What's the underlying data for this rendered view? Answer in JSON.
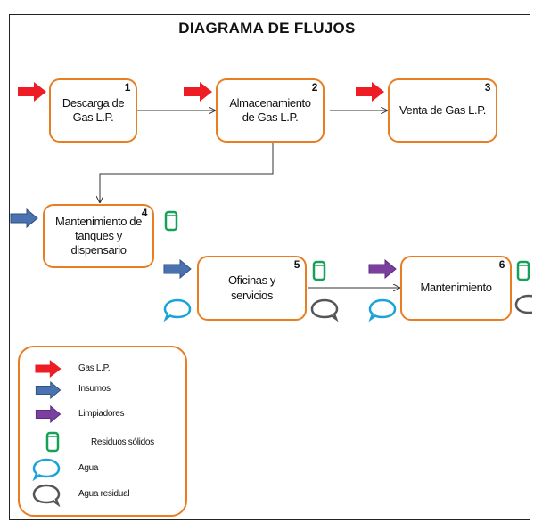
{
  "title": "DIAGRAMA DE FLUJOS",
  "processes": [
    {
      "number": "1",
      "label": "Descarga de Gas L.P."
    },
    {
      "number": "2",
      "label": "Almacenamiento de Gas L.P."
    },
    {
      "number": "3",
      "label": "Venta de Gas L.P."
    },
    {
      "number": "4",
      "label": "Mantenimiento de tanques y dispensario"
    },
    {
      "number": "5",
      "label": "Oficinas y servicios"
    },
    {
      "number": "6",
      "label": "Mantenimiento"
    }
  ],
  "legend": {
    "gas": "Gas L.P.",
    "insumos": "Insumos",
    "limpiadores": "Limpiadores",
    "residuos": "Residuos sólidos",
    "agua": "Agua",
    "agua_residual": "Agua residual"
  },
  "colors": {
    "gas": "#ee1c25",
    "insumos": "#4a72b0",
    "limpiadores": "#7b3fa0",
    "residuos": "#16a05a",
    "agua": "#1aa3d8",
    "agua_residual": "#555555",
    "box_border": "#e87d21"
  }
}
